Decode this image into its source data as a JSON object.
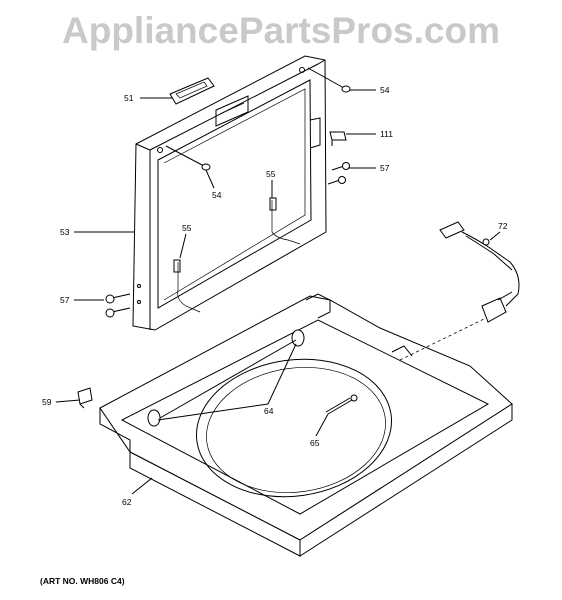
{
  "watermark": "AppliancePartsPros.com",
  "art_number": "(ART NO. WH806 C4)",
  "callouts": {
    "c51": "51",
    "c54a": "54",
    "c54b": "54",
    "c111": "111",
    "c57a": "57",
    "c55a": "55",
    "c53": "53",
    "c55b": "55",
    "c72": "72",
    "c57b": "57",
    "c59": "59",
    "c64": "64",
    "c65": "65",
    "c62": "62"
  }
}
